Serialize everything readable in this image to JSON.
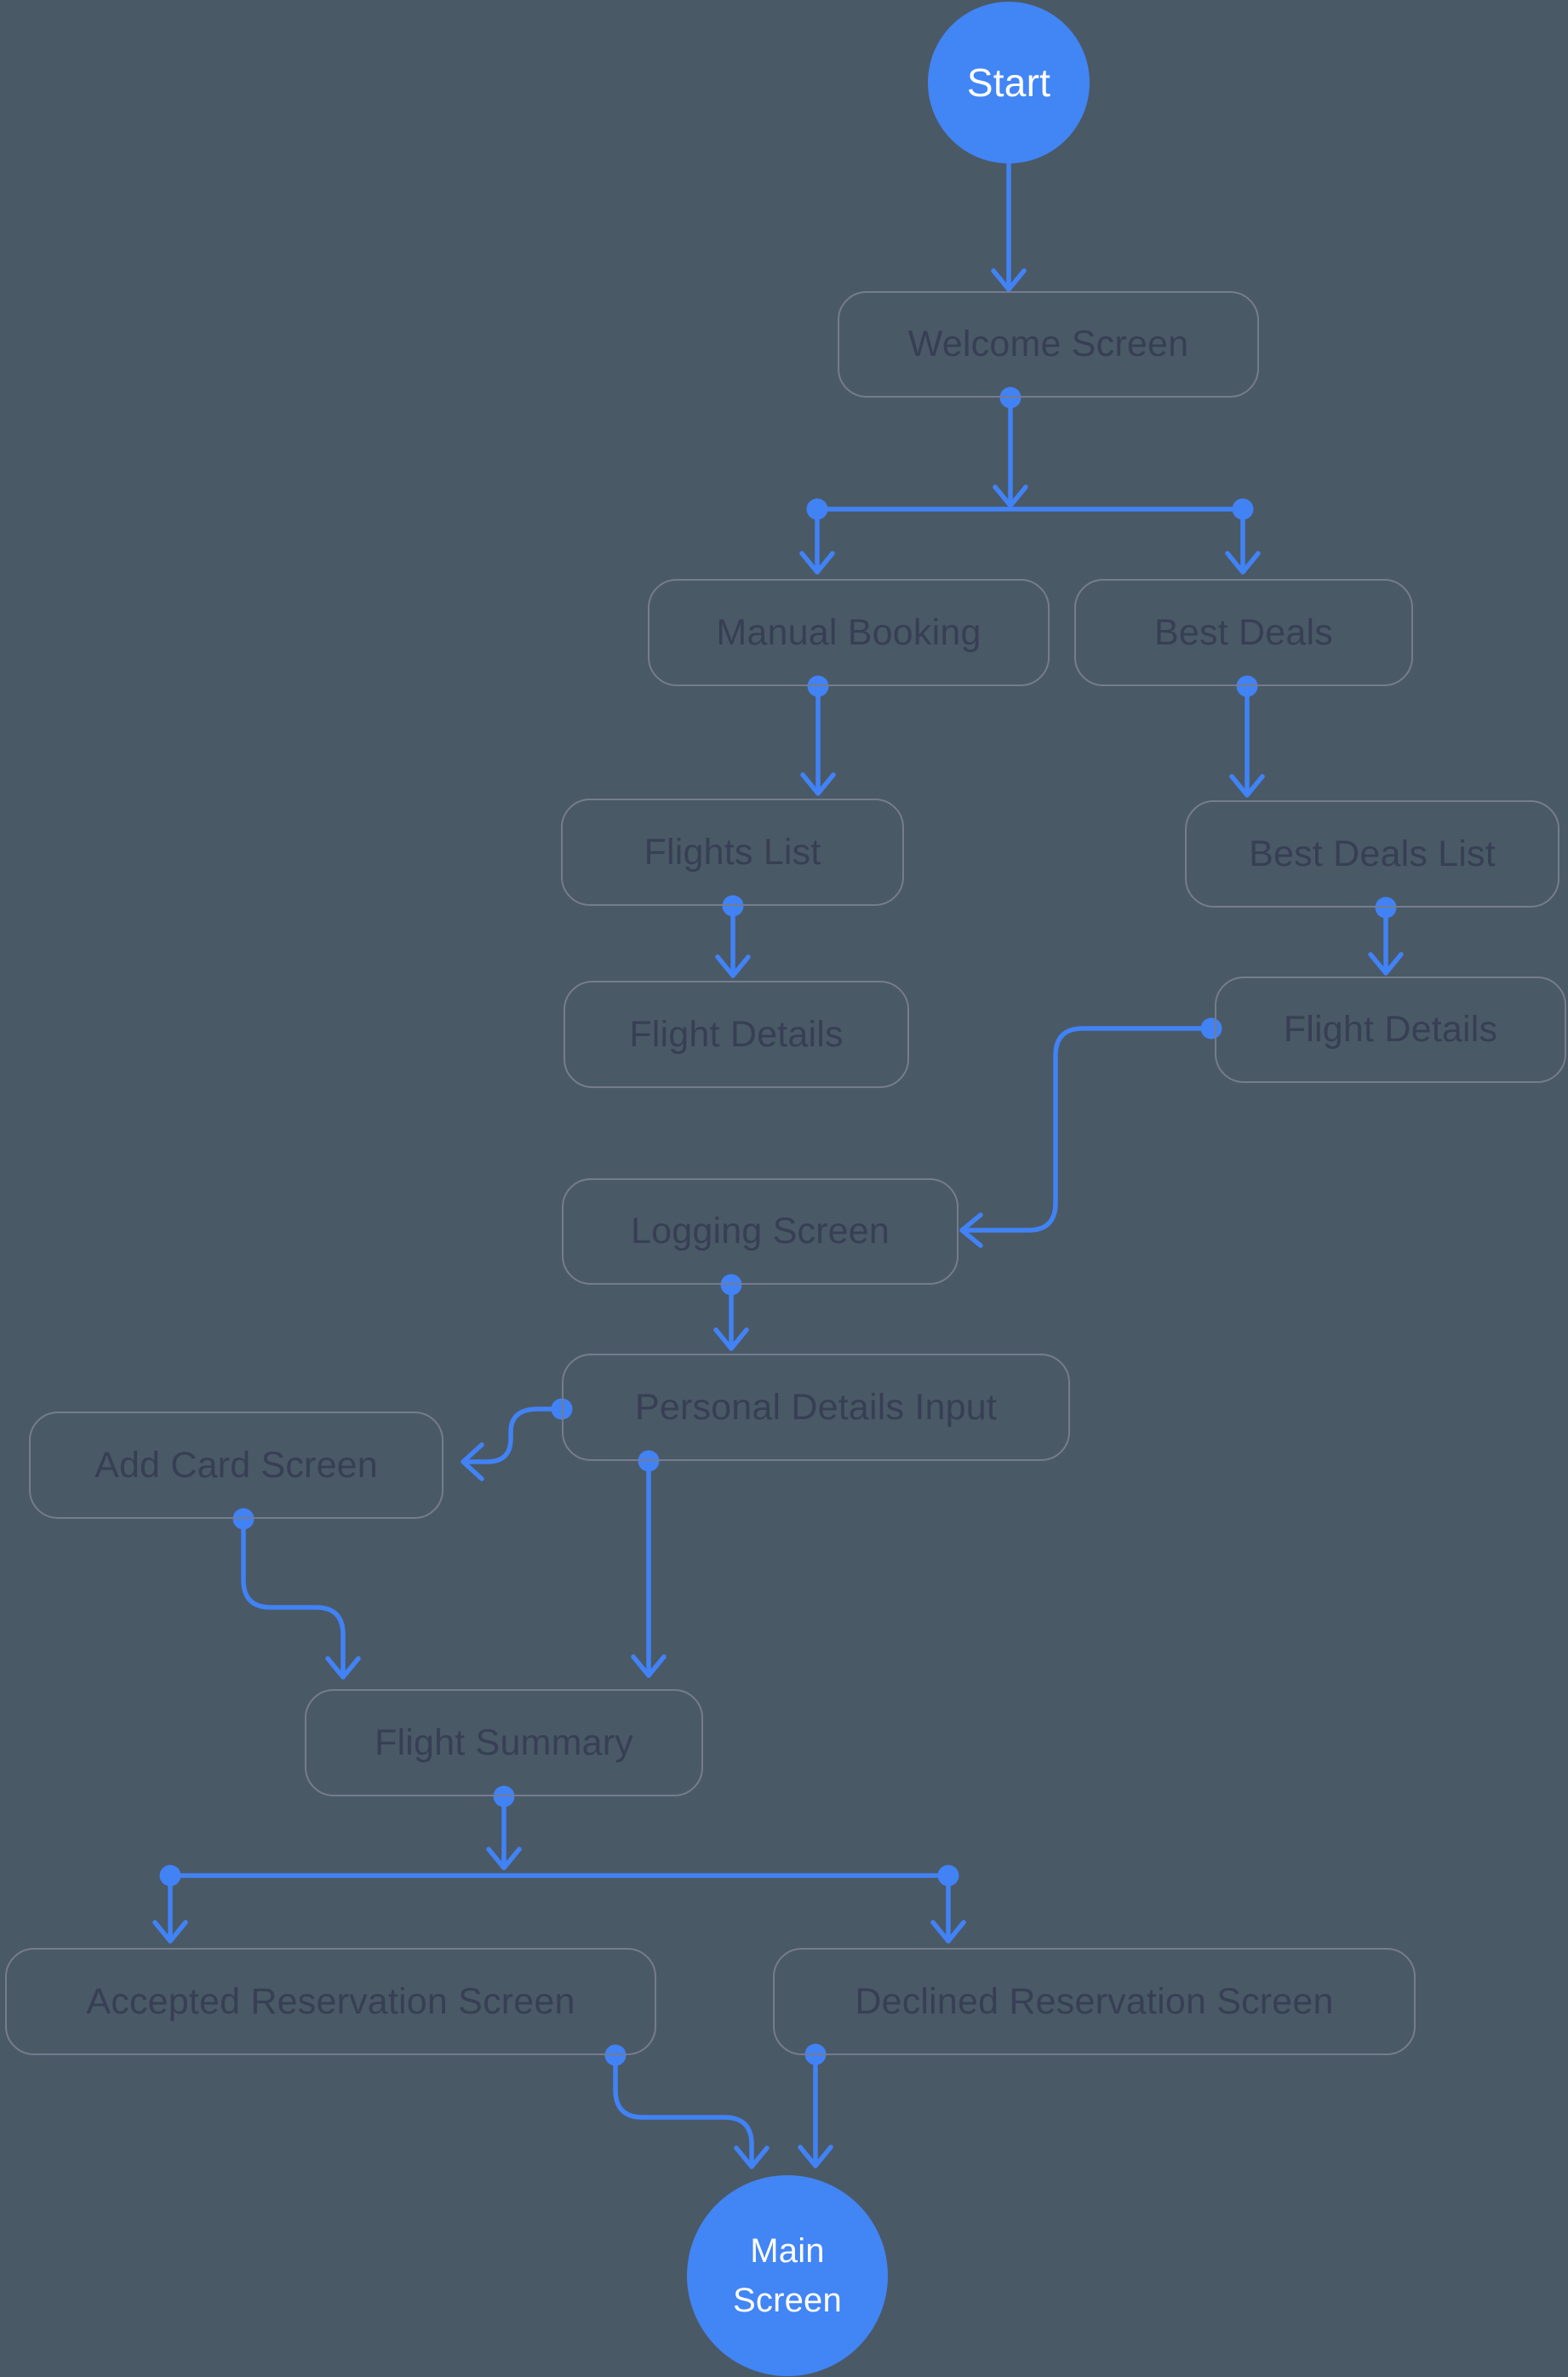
{
  "colors": {
    "background": "#4A5966",
    "connector": "#4182F5",
    "terminal_fill": "#4285F4",
    "terminal_text": "#FFFFFF",
    "node_border": "#757C8E",
    "node_text": "#373F54"
  },
  "nodes": [
    {
      "id": "start",
      "label": "Start",
      "shape": "circle"
    },
    {
      "id": "welcome_screen",
      "label": "Welcome Screen",
      "shape": "box"
    },
    {
      "id": "manual_booking",
      "label": "Manual Booking",
      "shape": "box"
    },
    {
      "id": "best_deals",
      "label": "Best Deals",
      "shape": "box"
    },
    {
      "id": "flights_list",
      "label": "Flights List",
      "shape": "box"
    },
    {
      "id": "best_deals_list",
      "label": "Best Deals List",
      "shape": "box"
    },
    {
      "id": "flight_details_manual",
      "label": "Flight Details",
      "shape": "box"
    },
    {
      "id": "flight_details_deals",
      "label": "Flight Details",
      "shape": "box"
    },
    {
      "id": "logging_screen",
      "label": "Logging Screen",
      "shape": "box"
    },
    {
      "id": "personal_details_input",
      "label": "Personal Details Input",
      "shape": "box"
    },
    {
      "id": "add_card_screen",
      "label": "Add Card Screen",
      "shape": "box"
    },
    {
      "id": "flight_summary",
      "label": "Flight Summary",
      "shape": "box"
    },
    {
      "id": "accepted_reservation_screen",
      "label": "Accepted Reservation Screen",
      "shape": "box"
    },
    {
      "id": "declined_reservation_screen",
      "label": "Declined Reservation Screen",
      "shape": "box"
    },
    {
      "id": "main_screen",
      "label": "Main Screen",
      "shape": "circle"
    }
  ],
  "edges": [
    {
      "from": "start",
      "to": "welcome_screen"
    },
    {
      "from": "welcome_screen",
      "to": "manual_booking"
    },
    {
      "from": "welcome_screen",
      "to": "best_deals"
    },
    {
      "from": "manual_booking",
      "to": "flights_list"
    },
    {
      "from": "best_deals",
      "to": "best_deals_list"
    },
    {
      "from": "flights_list",
      "to": "flight_details_manual"
    },
    {
      "from": "best_deals_list",
      "to": "flight_details_deals"
    },
    {
      "from": "flight_details_deals",
      "to": "logging_screen"
    },
    {
      "from": "logging_screen",
      "to": "personal_details_input"
    },
    {
      "from": "personal_details_input",
      "to": "add_card_screen"
    },
    {
      "from": "add_card_screen",
      "to": "flight_summary"
    },
    {
      "from": "personal_details_input",
      "to": "flight_summary"
    },
    {
      "from": "flight_summary",
      "to": "accepted_reservation_screen"
    },
    {
      "from": "flight_summary",
      "to": "declined_reservation_screen"
    },
    {
      "from": "accepted_reservation_screen",
      "to": "main_screen"
    },
    {
      "from": "declined_reservation_screen",
      "to": "main_screen"
    }
  ]
}
